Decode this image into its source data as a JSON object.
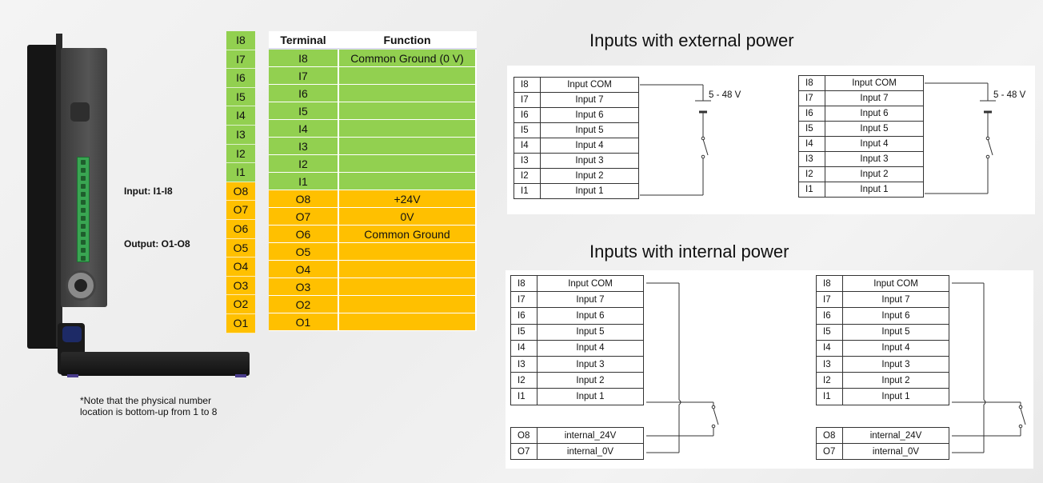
{
  "labels": {
    "input_range": "Input: I1-I8",
    "output_range": "Output: O1-O8",
    "note_line1": "*Note that the physical number",
    "note_line2": "location is bottom-up from 1 to 8"
  },
  "strip": [
    "I8",
    "I7",
    "I6",
    "I5",
    "I4",
    "I3",
    "I2",
    "I1",
    "O8",
    "O7",
    "O6",
    "O5",
    "O4",
    "O3",
    "O2",
    "O1"
  ],
  "function_table": {
    "header_terminal": "Terminal",
    "header_function": "Function",
    "rows": [
      {
        "terminal": "I8",
        "function": "Common Ground (0 V)",
        "group": "input"
      },
      {
        "terminal": "I7",
        "function": "",
        "group": "input"
      },
      {
        "terminal": "I6",
        "function": "",
        "group": "input"
      },
      {
        "terminal": "I5",
        "function": "",
        "group": "input"
      },
      {
        "terminal": "I4",
        "function": "",
        "group": "input"
      },
      {
        "terminal": "I3",
        "function": "",
        "group": "input"
      },
      {
        "terminal": "I2",
        "function": "",
        "group": "input"
      },
      {
        "terminal": "I1",
        "function": "",
        "group": "input"
      },
      {
        "terminal": "O8",
        "function": "+24V",
        "group": "output"
      },
      {
        "terminal": "O7",
        "function": "0V",
        "group": "output"
      },
      {
        "terminal": "O6",
        "function": "Common Ground",
        "group": "output"
      },
      {
        "terminal": "O5",
        "function": "",
        "group": "output"
      },
      {
        "terminal": "O4",
        "function": "",
        "group": "output"
      },
      {
        "terminal": "O3",
        "function": "",
        "group": "output"
      },
      {
        "terminal": "O2",
        "function": "",
        "group": "output"
      },
      {
        "terminal": "O1",
        "function": "",
        "group": "output"
      }
    ]
  },
  "external": {
    "heading": "Inputs with external power",
    "voltage": "5 - 48 V",
    "rows": [
      {
        "terminal": "I8",
        "name": "Input COM"
      },
      {
        "terminal": "I7",
        "name": "Input 7"
      },
      {
        "terminal": "I6",
        "name": "Input 6"
      },
      {
        "terminal": "I5",
        "name": "Input 5"
      },
      {
        "terminal": "I4",
        "name": "Input 4"
      },
      {
        "terminal": "I3",
        "name": "Input 3"
      },
      {
        "terminal": "I2",
        "name": "Input 2"
      },
      {
        "terminal": "I1",
        "name": "Input 1"
      }
    ]
  },
  "internal": {
    "heading": "Inputs with internal power",
    "rows": [
      {
        "terminal": "I8",
        "name": "Input COM"
      },
      {
        "terminal": "I7",
        "name": "Input 7"
      },
      {
        "terminal": "I6",
        "name": "Input 6"
      },
      {
        "terminal": "I5",
        "name": "Input 5"
      },
      {
        "terminal": "I4",
        "name": "Input 4"
      },
      {
        "terminal": "I3",
        "name": "Input 3"
      },
      {
        "terminal": "I2",
        "name": "Input 2"
      },
      {
        "terminal": "I1",
        "name": "Input 1"
      }
    ],
    "power_rows": [
      {
        "terminal": "O8",
        "name": "internal_24V"
      },
      {
        "terminal": "O7",
        "name": "internal_0V"
      }
    ]
  },
  "colors": {
    "input_green": "#92d050",
    "output_orange": "#ffc000"
  }
}
